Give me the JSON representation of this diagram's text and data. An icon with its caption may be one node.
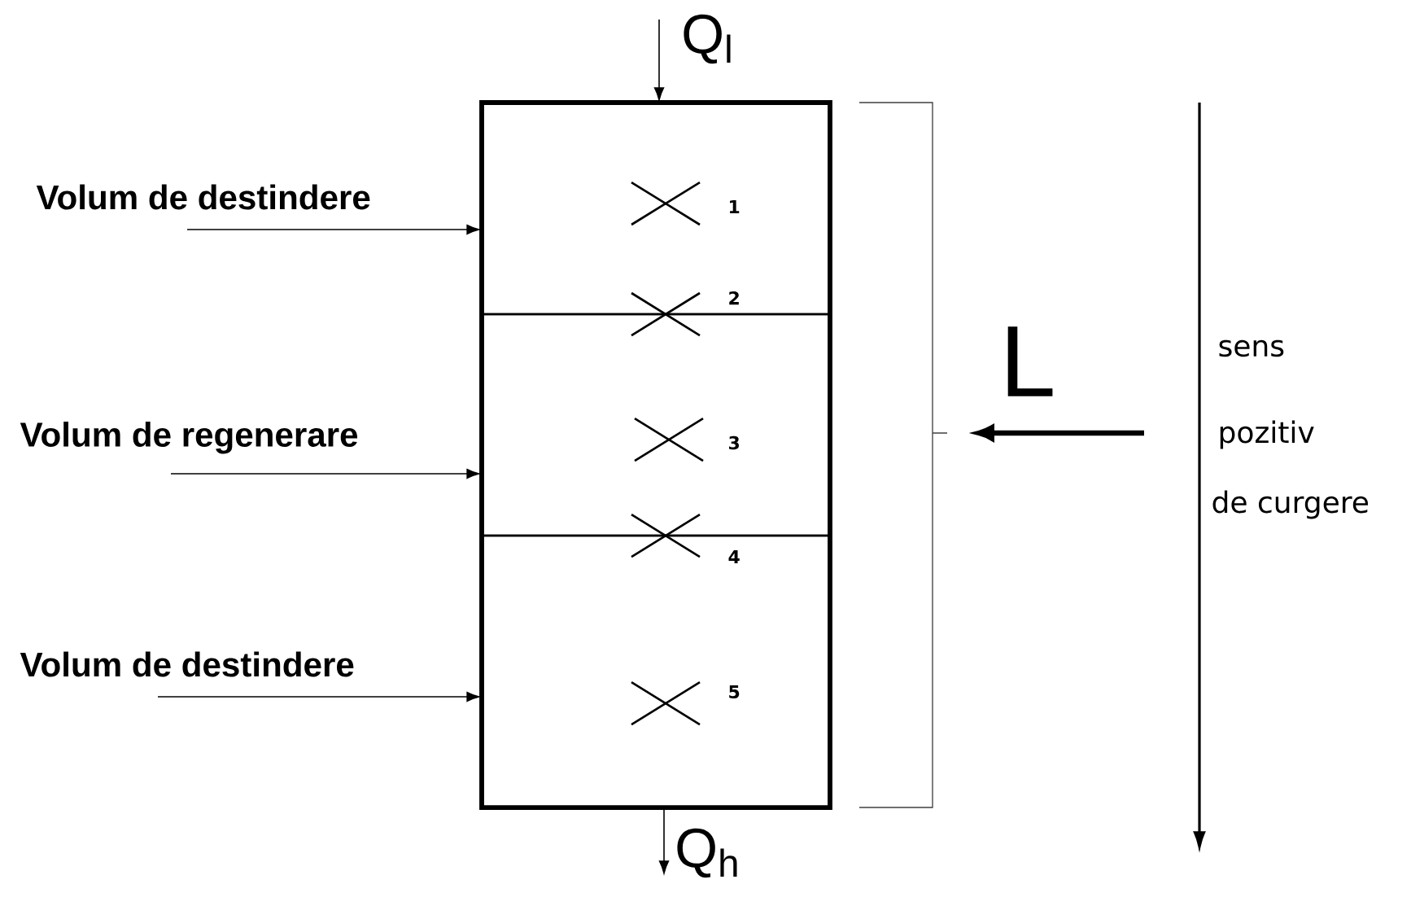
{
  "diagram": {
    "nodes": [
      {
        "text": [],
        "shape": "box"
      },
      {
        "text": [],
        "shape": "box",
        "in": 0
      },
      {
        "text": [],
        "shape": "box",
        "in": 0
      },
      {
        "text": [],
        "shape": "box",
        "in": 0
      },
      {
        "text": [
          "Volum de destindere"
        ]
      },
      {
        "text": [
          "Volum de regenerare"
        ]
      },
      {
        "text": [
          "Volum de destindere"
        ]
      }
    ],
    "edges": [
      {
        "from": 4,
        "to": 1,
        "arrow": "to"
      },
      {
        "from": 5,
        "to": 2,
        "arrow": "to"
      },
      {
        "from": 6,
        "to": 3,
        "arrow": "to"
      },
      {
        "from": null,
        "to": 0,
        "arrow": "to",
        "label": "Q$_{l}$"
      },
      {
        "from": 0,
        "to": null,
        "arrow": "to",
        "label": "Q$_{h}$"
      }
    ],
    "labels": [
      "1",
      "2",
      "3",
      "4",
      "5",
      "L",
      "sens",
      "pozitiv",
      "de curgere"
    ]
  }
}
